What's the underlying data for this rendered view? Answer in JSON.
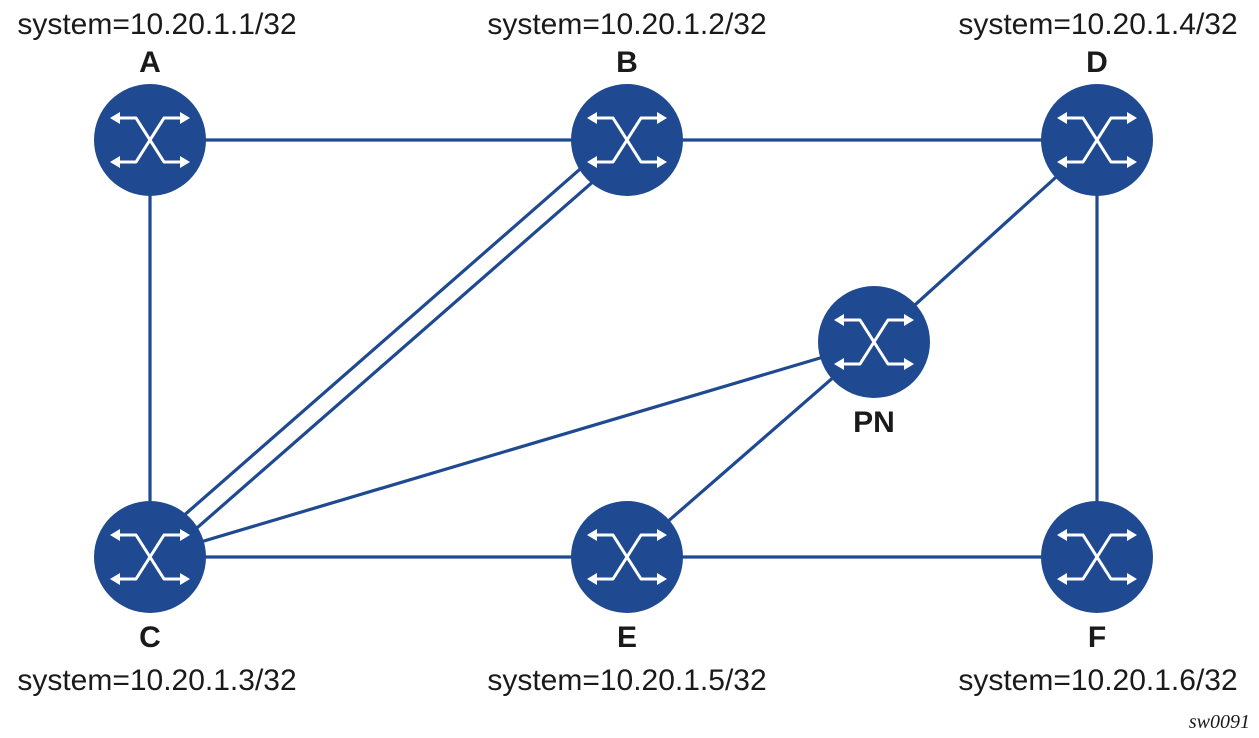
{
  "colors": {
    "node_fill": "#1f4a91",
    "link_stroke": "#1f4a91",
    "label_text": "#1a1a1a",
    "background": "#ffffff"
  },
  "nodes": [
    {
      "id": "A",
      "name": "A",
      "system": "system=10.20.1.1/32",
      "icon": "router-icon"
    },
    {
      "id": "B",
      "name": "B",
      "system": "system=10.20.1.2/32",
      "icon": "router-icon"
    },
    {
      "id": "D",
      "name": "D",
      "system": "system=10.20.1.4/32",
      "icon": "router-icon"
    },
    {
      "id": "PN",
      "name": "PN",
      "system": "",
      "icon": "router-icon"
    },
    {
      "id": "C",
      "name": "C",
      "system": "system=10.20.1.3/32",
      "icon": "router-icon"
    },
    {
      "id": "E",
      "name": "E",
      "system": "system=10.20.1.5/32",
      "icon": "router-icon"
    },
    {
      "id": "F",
      "name": "F",
      "system": "system=10.20.1.6/32",
      "icon": "router-icon"
    }
  ],
  "links": [
    {
      "from": "A",
      "to": "B"
    },
    {
      "from": "B",
      "to": "D"
    },
    {
      "from": "A",
      "to": "C"
    },
    {
      "from": "D",
      "to": "F"
    },
    {
      "from": "B",
      "to": "C",
      "parallel": 2
    },
    {
      "from": "D",
      "to": "PN"
    },
    {
      "from": "PN",
      "to": "C"
    },
    {
      "from": "PN",
      "to": "E"
    },
    {
      "from": "C",
      "to": "E"
    },
    {
      "from": "E",
      "to": "F"
    }
  ],
  "figure_id": "sw0091"
}
